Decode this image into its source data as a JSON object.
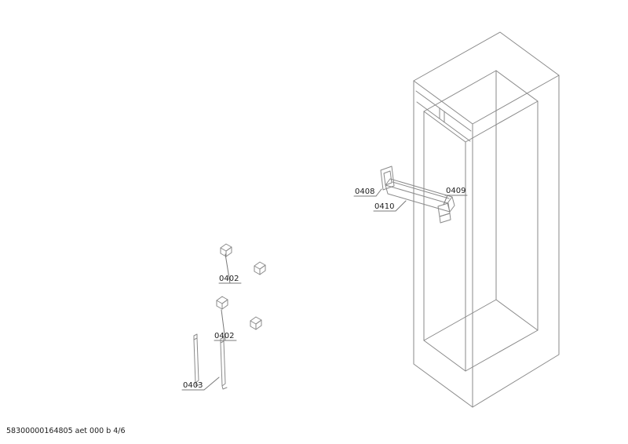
{
  "page": {
    "background_color": "#ffffff",
    "drawing_line_color": "#8a8a8a",
    "leader_line_color": "#7a7a7a",
    "text_color": "#1c1c1c"
  },
  "footer": {
    "doc_code": "58300000164805 aet 000 b 4/6"
  },
  "parts": {
    "p0408": {
      "label": "0408"
    },
    "p0409": {
      "label": "0409"
    },
    "p0410": {
      "label": "0410"
    },
    "p0402_upper": {
      "label": "0402"
    },
    "p0402_lower": {
      "label": "0402"
    },
    "p0403": {
      "label": "0403"
    }
  }
}
